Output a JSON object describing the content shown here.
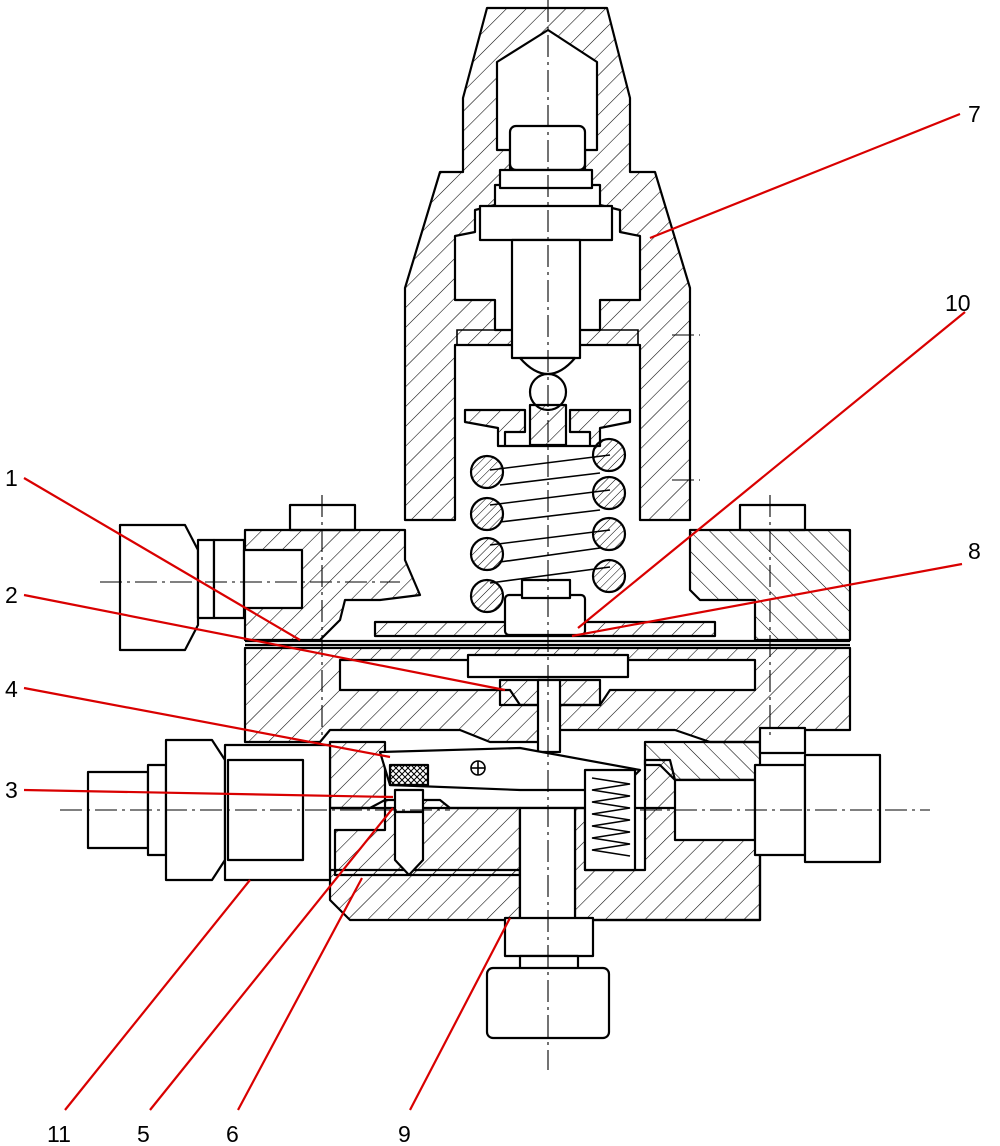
{
  "figure": {
    "type": "sectional-drawing",
    "colors": {
      "outline": "#000000",
      "hatch": "#000000",
      "leader": "#d90000",
      "background": "#ffffff"
    },
    "callouts": [
      {
        "id": "1",
        "label": "1"
      },
      {
        "id": "2",
        "label": "2"
      },
      {
        "id": "3",
        "label": "3"
      },
      {
        "id": "4",
        "label": "4"
      },
      {
        "id": "5",
        "label": "5"
      },
      {
        "id": "6",
        "label": "6"
      },
      {
        "id": "7",
        "label": "7"
      },
      {
        "id": "8",
        "label": "8"
      },
      {
        "id": "9",
        "label": "9"
      },
      {
        "id": "10",
        "label": "10"
      },
      {
        "id": "11",
        "label": "11"
      }
    ]
  }
}
